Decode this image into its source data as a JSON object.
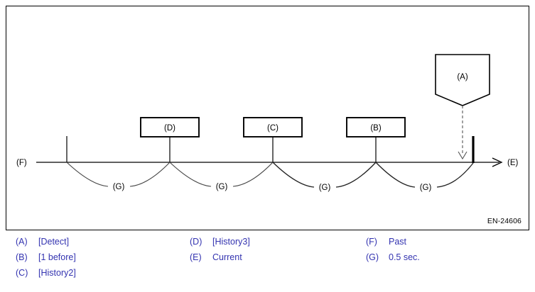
{
  "figure": {
    "id_code": "EN-24606",
    "axis": {
      "past_label": "(F)",
      "current_label": "(E)"
    },
    "detect_shape": {
      "label": "(A)"
    },
    "history_boxes": [
      {
        "label": "(D)"
      },
      {
        "label": "(C)"
      },
      {
        "label": "(B)"
      }
    ],
    "interval_labels": [
      {
        "label": "(G)"
      },
      {
        "label": "(G)"
      },
      {
        "label": "(G)"
      },
      {
        "label": "(G)"
      }
    ]
  },
  "legend": {
    "columns": [
      {
        "entries": [
          {
            "key": "(A)",
            "value": "[Detect]"
          },
          {
            "key": "(B)",
            "value": "[1 before]"
          },
          {
            "key": "(C)",
            "value": "[History2]"
          }
        ]
      },
      {
        "entries": [
          {
            "key": "(D)",
            "value": "[History3]"
          },
          {
            "key": "(E)",
            "value": "Current"
          }
        ]
      },
      {
        "entries": [
          {
            "key": "(F)",
            "value": "Past"
          },
          {
            "key": "(G)",
            "value": "0.5 sec."
          }
        ]
      }
    ]
  },
  "colors": {
    "legend_text": "#3333b0",
    "stroke": "#000000",
    "background": "#ffffff"
  }
}
